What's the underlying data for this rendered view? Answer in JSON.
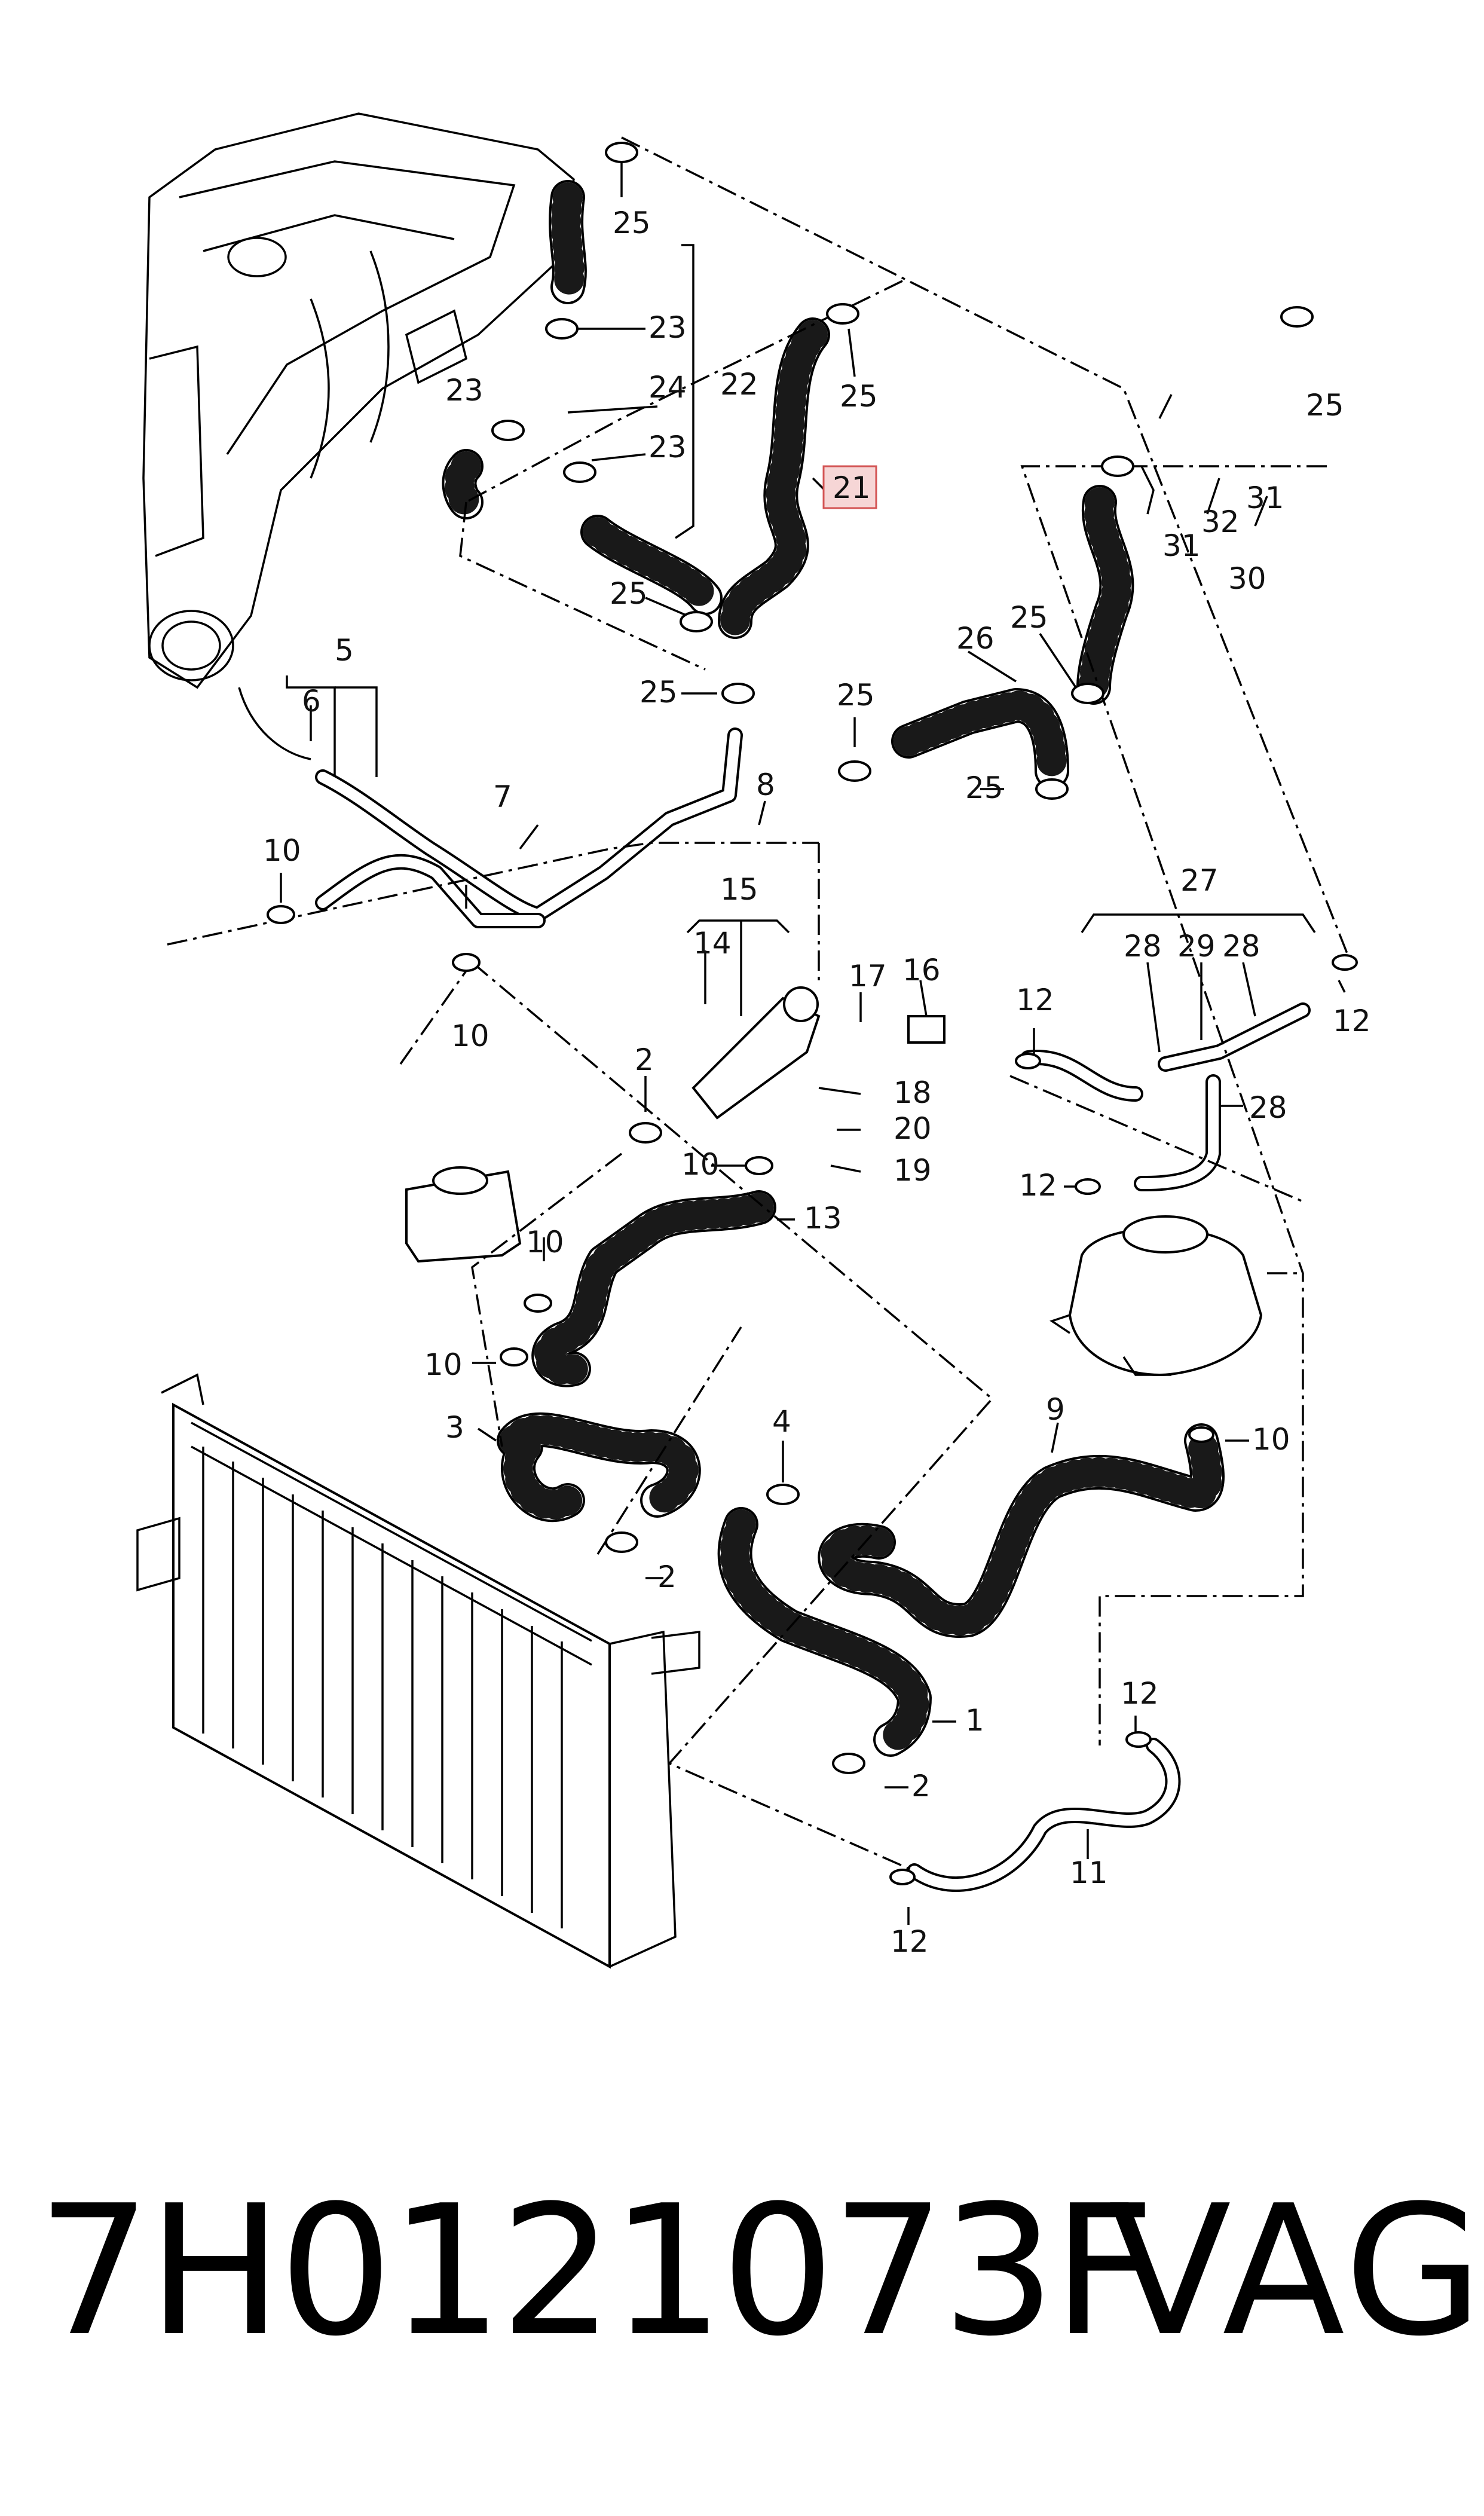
{
  "diagram": {
    "callouts": [
      {
        "id": "c25a",
        "text": "25"
      },
      {
        "id": "c23a",
        "text": "23"
      },
      {
        "id": "c22",
        "text": "22"
      },
      {
        "id": "c24",
        "text": "24"
      },
      {
        "id": "c23b",
        "text": "23"
      },
      {
        "id": "c23c",
        "text": "23"
      },
      {
        "id": "c25b",
        "text": "25"
      },
      {
        "id": "c21",
        "text": "21"
      },
      {
        "id": "c25c",
        "text": "25"
      },
      {
        "id": "c25d",
        "text": "25"
      },
      {
        "id": "c5",
        "text": "5"
      },
      {
        "id": "c6",
        "text": "6"
      },
      {
        "id": "c7",
        "text": "7"
      },
      {
        "id": "c8",
        "text": "8"
      },
      {
        "id": "c10a",
        "text": "10"
      },
      {
        "id": "c10b",
        "text": "10"
      },
      {
        "id": "c25e",
        "text": "25"
      },
      {
        "id": "c26",
        "text": "26"
      },
      {
        "id": "c25f",
        "text": "25"
      },
      {
        "id": "c25g",
        "text": "25"
      },
      {
        "id": "c25h",
        "text": "25"
      },
      {
        "id": "c31a",
        "text": "31"
      },
      {
        "id": "c32",
        "text": "32"
      },
      {
        "id": "c31b",
        "text": "31"
      },
      {
        "id": "c30",
        "text": "30"
      },
      {
        "id": "c15",
        "text": "15"
      },
      {
        "id": "c14",
        "text": "14"
      },
      {
        "id": "c17",
        "text": "17"
      },
      {
        "id": "c16",
        "text": "16"
      },
      {
        "id": "c18",
        "text": "18"
      },
      {
        "id": "c20",
        "text": "20"
      },
      {
        "id": "c19",
        "text": "19"
      },
      {
        "id": "c2a",
        "text": "2"
      },
      {
        "id": "c10c",
        "text": "10"
      },
      {
        "id": "c13",
        "text": "13"
      },
      {
        "id": "c10d",
        "text": "10"
      },
      {
        "id": "c10e",
        "text": "10"
      },
      {
        "id": "c27",
        "text": "27"
      },
      {
        "id": "c28a",
        "text": "28"
      },
      {
        "id": "c29",
        "text": "29"
      },
      {
        "id": "c28b",
        "text": "28"
      },
      {
        "id": "c12a",
        "text": "12"
      },
      {
        "id": "c12b",
        "text": "12"
      },
      {
        "id": "c28c",
        "text": "28"
      },
      {
        "id": "c12c",
        "text": "12"
      },
      {
        "id": "c3",
        "text": "3"
      },
      {
        "id": "c4",
        "text": "4"
      },
      {
        "id": "c9",
        "text": "9"
      },
      {
        "id": "c10f",
        "text": "10"
      },
      {
        "id": "c2b",
        "text": "2"
      },
      {
        "id": "c1",
        "text": "1"
      },
      {
        "id": "c2c",
        "text": "2"
      },
      {
        "id": "c12d",
        "text": "12"
      },
      {
        "id": "c11",
        "text": "11"
      },
      {
        "id": "c12e",
        "text": "12"
      }
    ]
  },
  "footer": {
    "part_number": "7H0121073F",
    "brand": "VAG"
  },
  "colors": {
    "line": "#000000",
    "background": "#ffffff",
    "highlight_fill": "#f6d6d6",
    "highlight_stroke": "#d35454"
  }
}
